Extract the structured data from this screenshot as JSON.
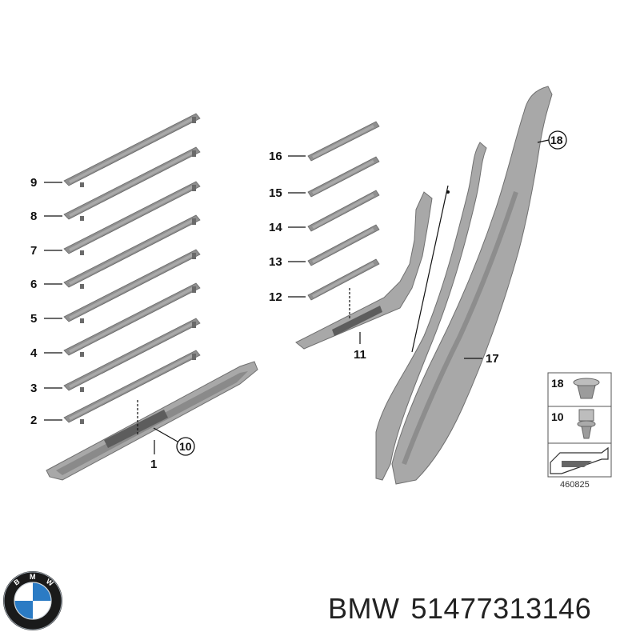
{
  "diagram": {
    "left_labels": [
      "9",
      "8",
      "7",
      "6",
      "5",
      "4",
      "3",
      "2"
    ],
    "mid_labels": [
      "16",
      "15",
      "14",
      "13",
      "12"
    ],
    "label_1": "1",
    "label_10_circle": "10",
    "label_11": "11",
    "label_17": "17",
    "label_18_circle": "18",
    "legend": {
      "item_a": "18",
      "item_b": "10"
    },
    "drawing_number": "460825"
  },
  "caption": {
    "brand": "BMW",
    "part_number": "51477313146"
  },
  "logo": {
    "text": "BMW",
    "colors": {
      "ring": "#1a1a1a",
      "blue": "#2b7bc4",
      "white": "#ffffff"
    }
  }
}
